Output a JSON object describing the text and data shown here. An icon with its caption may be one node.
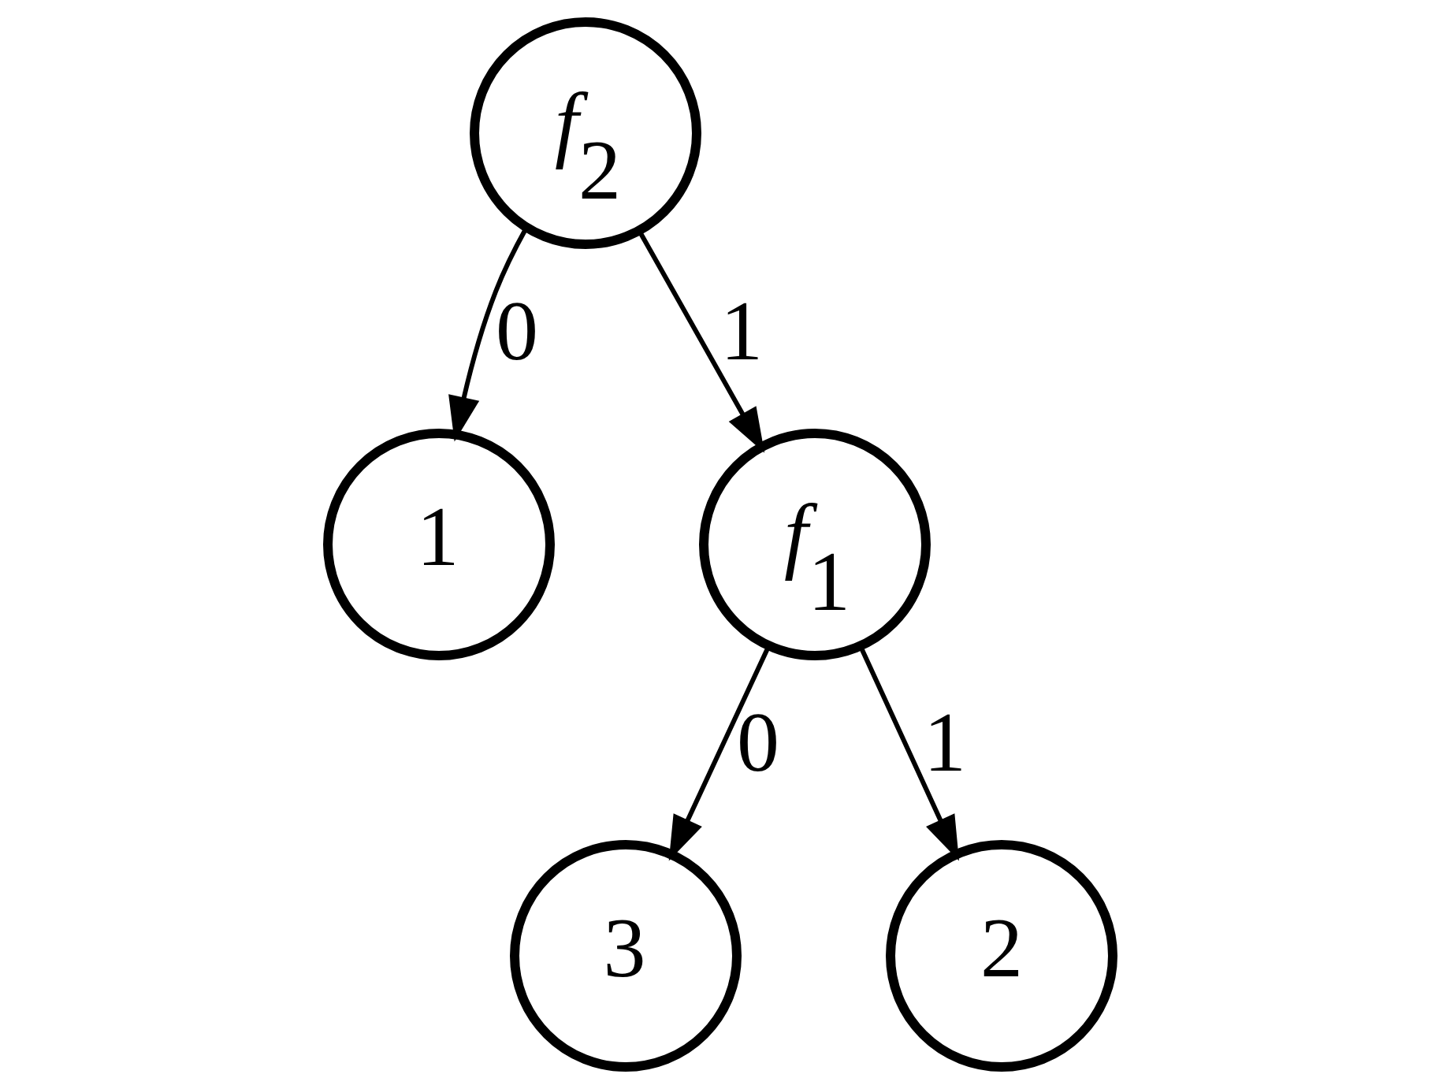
{
  "diagram": {
    "nodes": [
      {
        "text": [
          "*f*$_{2}$"
        ]
      },
      {
        "text": [
          "1"
        ]
      },
      {
        "text": [
          "*f*$_{1}$"
        ]
      },
      {
        "text": [
          "3"
        ]
      },
      {
        "text": [
          "2"
        ]
      }
    ],
    "edges": [
      {
        "from": 0,
        "to": 1,
        "arrow": "to",
        "label": "0"
      },
      {
        "from": 0,
        "to": 2,
        "arrow": "to",
        "label": "1"
      },
      {
        "from": 2,
        "to": 3,
        "arrow": "to",
        "label": "0"
      },
      {
        "from": 2,
        "to": 4,
        "arrow": "to",
        "label": "1"
      }
    ]
  }
}
